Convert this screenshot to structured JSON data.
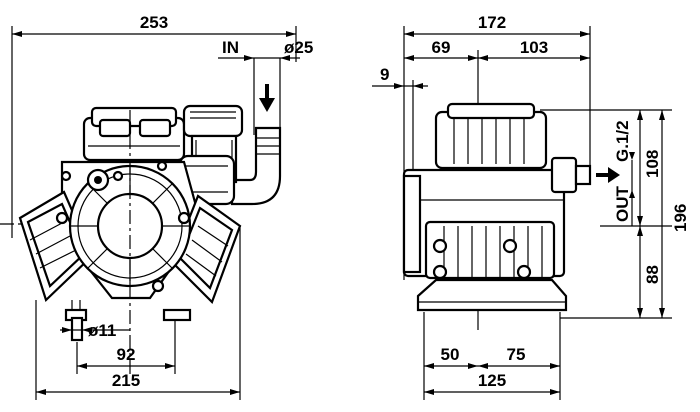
{
  "front_view": {
    "overall_width": "253",
    "inlet_label": "IN",
    "inlet_diameter": "ø25",
    "outlet_diameter": "ø11",
    "base_half": "92",
    "base_width": "215"
  },
  "side_view": {
    "overall_depth": "172",
    "depth_a": "69",
    "depth_b": "103",
    "offset": "9",
    "thread": "G.1/2",
    "outlet_label": "OUT",
    "upper_height": "108",
    "overall_height": "196",
    "lower_height": "88",
    "base_left": "50",
    "base_right": "75",
    "base_width": "125"
  }
}
